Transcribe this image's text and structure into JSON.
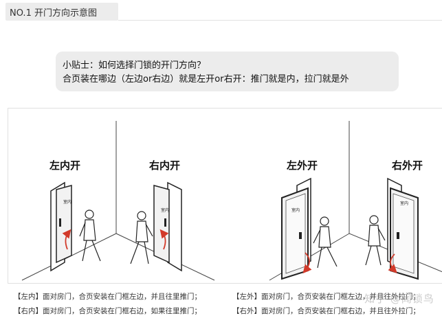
{
  "header": {
    "title": "NO.1 开门方向示意图"
  },
  "tip": {
    "line1": "小贴士：如何选择门锁的开门方向？",
    "line2": "合页装在哪边（左边or右边）就是左开or右开：推门就是内，拉门就是外"
  },
  "diagram": {
    "panels": [
      {
        "label": "左内开",
        "door_label": "室内"
      },
      {
        "label": "右内开",
        "door_label": "室内"
      },
      {
        "label": "左外开",
        "door_label": "室内"
      },
      {
        "label": "右外开",
        "door_label": "室内"
      }
    ]
  },
  "captions": {
    "row1_left": "【左内】面对房门，合页安装在门框左边，并且往里推门；",
    "row1_right": "【左外】面对房门，合页安装在门框左边，并且往外拉门；",
    "row2_left": "【右内】面对房门，合页安装在门框右边，如果往里推门；",
    "row2_right": "【右外】面对房门，合页安装在门框右边，并且往外拉门；"
  },
  "watermark": "知乎 @闻锁鸟",
  "colors": {
    "arrow": "#d23a2a",
    "line": "#333333",
    "panel_fill": "#f2f2f2"
  }
}
